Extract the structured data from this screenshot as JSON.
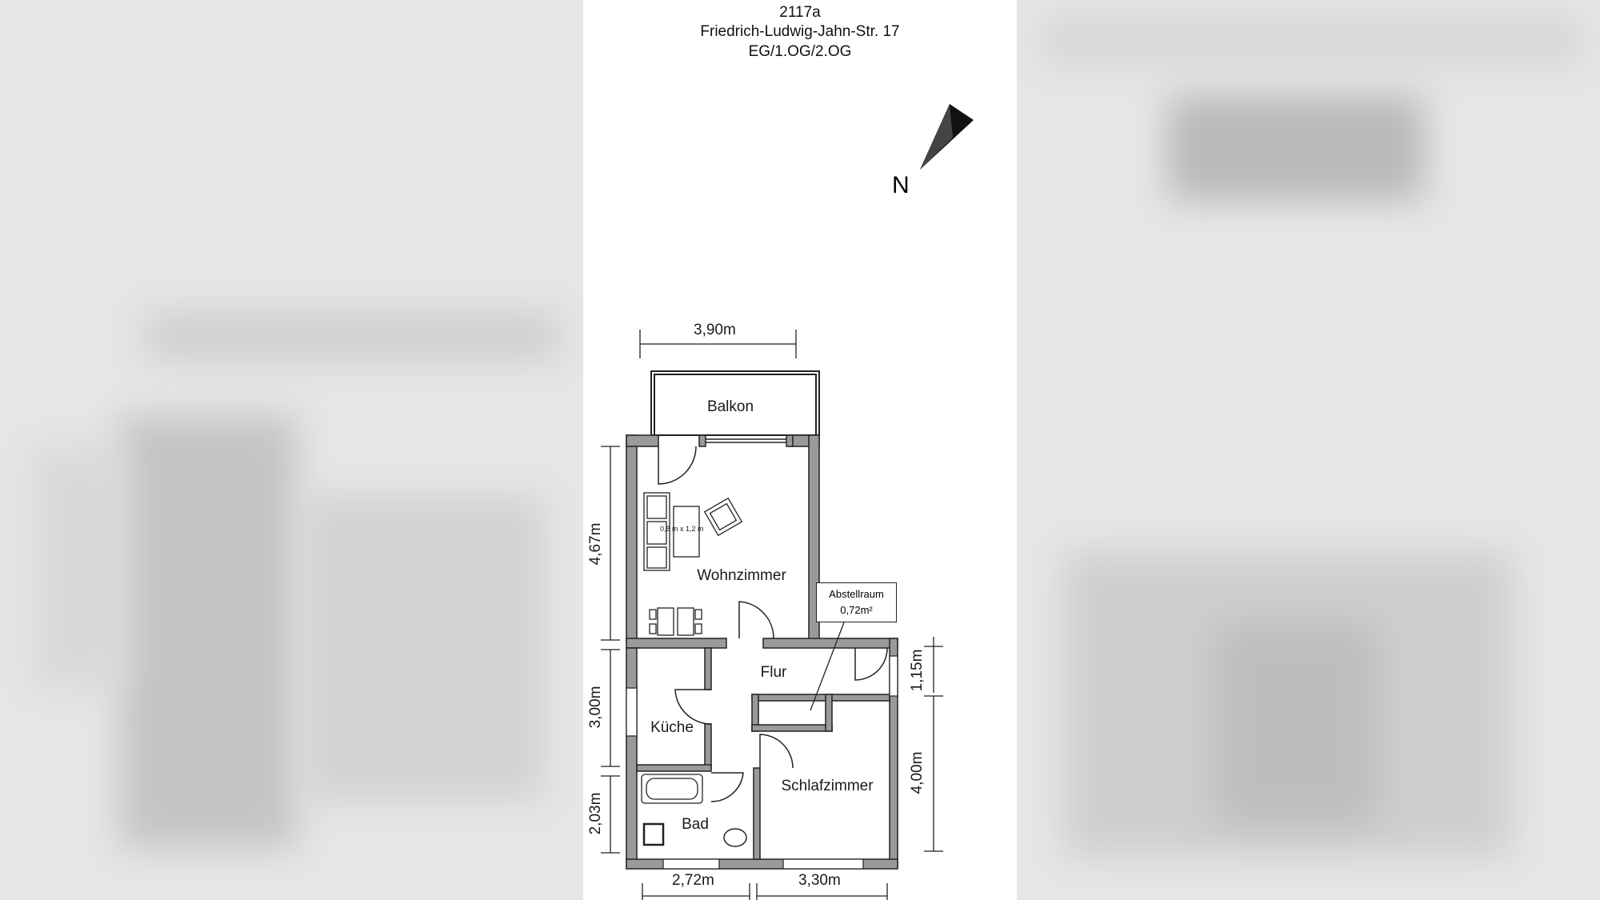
{
  "header": {
    "plan_id": "2117a",
    "address": "Friedrich-Ludwig-Jahn-Str. 17",
    "floors": "EG/1.OG/2.OG"
  },
  "compass": {
    "label": "N"
  },
  "rooms": {
    "balcony": "Balkon",
    "living": "Wohnzimmer",
    "hallway": "Flur",
    "kitchen": "Küche",
    "bathroom": "Bad",
    "bedroom": "Schlafzimmer",
    "table_size": "0,8 m x 1,2 m",
    "storage_name": "Abstellraum",
    "storage_area": "0,72m²"
  },
  "dimensions": {
    "top_width": "3,90m",
    "living_height": "4,67m",
    "kitchen_height": "3,00m",
    "bath_height": "2,03m",
    "hall_height": "1,15m",
    "bedroom_height": "4,00m",
    "bottom_left_width": "2,72m",
    "bottom_right_width": "3,30m"
  }
}
